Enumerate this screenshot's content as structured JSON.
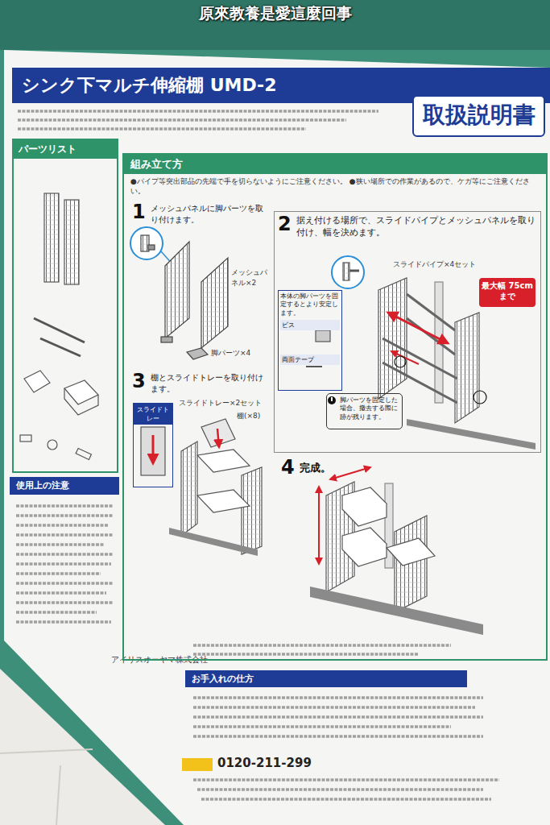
{
  "diagram": {
    "nodes": [
      {
        "text": [
          "シンク下マルチ伸縮棚 UMD-2"
        ]
      },
      {
        "text": [
          "取扱説明書"
        ]
      },
      {
        "text": [
          "パーツリスト"
        ]
      },
      {
        "text": [
          "組み立て方",
          "●パイプ等突出部品の先端で手を切らないようにご注意ください。 ●狭い場所での作業があるので、ケガ等にご注意ください。"
        ]
      },
      {
        "text": [
          "1",
          "メッシュパネルに脚パーツを取り付けます。"
        ],
        "in": 3
      },
      {
        "text": [
          "2",
          "据え付ける場所で、スライドパイプとメッシュパネルを取り付け、幅を決めます。"
        ],
        "in": 3
      },
      {
        "text": [
          "本体の脚パーツを固定するとより安定します。",
          "ビス",
          "両面テープ"
        ],
        "in": 5
      },
      {
        "text": [
          "脚パーツを固定した場合、撤去する際に跡が残ります。"
        ],
        "in": 5
      },
      {
        "text": [
          "最大幅 75cmまで"
        ],
        "in": 5
      },
      {
        "text": [
          "3",
          "棚とスライドトレーを取り付けます。"
        ],
        "in": 3
      },
      {
        "text": [
          "スライドトレー"
        ],
        "in": 9
      },
      {
        "text": [
          "4",
          "完成。"
        ],
        "in": 3
      },
      {
        "text": [
          "使用上の注意"
        ]
      },
      {
        "text": [
          "お手入れの仕方"
        ]
      }
    ],
    "labels": [
      "原來教養是愛這麼回事",
      "メッシュパネル×2",
      "脚パーツ×4",
      "スライドパイプ×4セット",
      "スライドトレー×2セット",
      "棚(×8)",
      "0120-211-299",
      "アイリスオーヤマ株式会社"
    ]
  }
}
